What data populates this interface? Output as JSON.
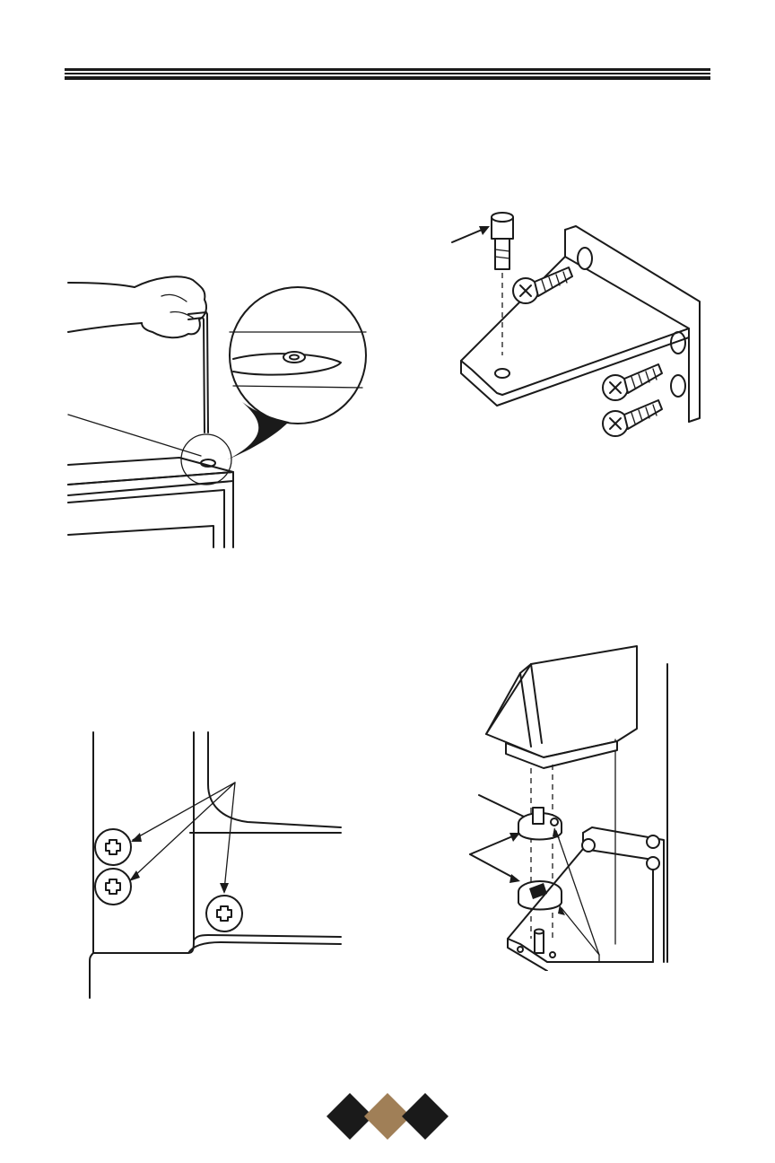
{
  "page": {
    "background": "#ffffff",
    "ink_color": "#1a1a1a"
  },
  "footer": {
    "diamond_colors": [
      "#1a1a1a",
      "#a07f57",
      "#1a1a1a"
    ]
  },
  "figures": [
    {
      "id": "allen-key-hinge-bolt",
      "labels": []
    },
    {
      "id": "hinge-bracket-exploded",
      "labels": []
    },
    {
      "id": "cabinet-hinge-screws",
      "labels": []
    },
    {
      "id": "door-bottom-hinge-exploded",
      "labels": []
    }
  ]
}
